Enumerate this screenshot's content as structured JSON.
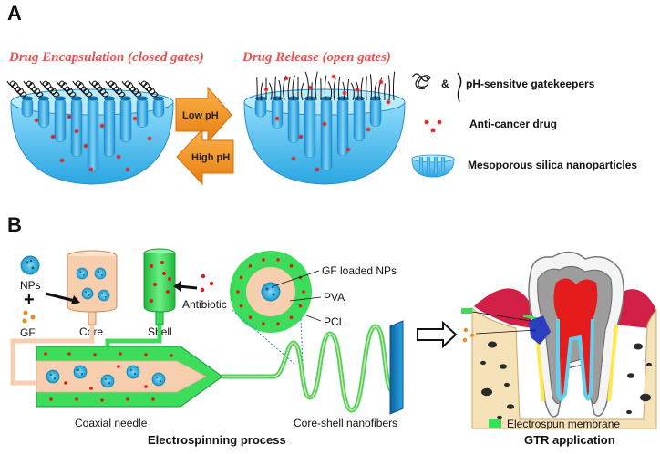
{
  "panel_a": {
    "letter": "A",
    "title_closed": "Drug Encapsulation (closed gates)",
    "title_open": "Drug Release (open gates)",
    "arrow_low": "Low pH",
    "arrow_high": "High pH",
    "legend": {
      "ampersand": "&",
      "gatekeepers": "pH-sensitve gatekeepers",
      "drug": "Anti-cancer drug",
      "silica": "Mesoporous silica nanoparticles"
    }
  },
  "panel_b": {
    "letter": "B",
    "nps": "NPs",
    "plus": "+",
    "gf": "GF",
    "core": "Core",
    "shell": "Shell",
    "antibiotic": "Antibiotic",
    "gf_loaded": "GF loaded NPs",
    "pva": "PVA",
    "pcl": "PCL",
    "coaxial_needle": "Coaxial needle",
    "core_shell": "Core-shell nanofibers",
    "electrospinning": "Electrospinning process",
    "gtr": "GTR application",
    "membrane": "Electrospun membrane"
  },
  "colors": {
    "silica_blue": "#5fc4ee",
    "drug_red": "#e01818",
    "shell_green": "#3ddc5a",
    "core_peach": "#f7cfae",
    "arrow_orange": "#f59a1e",
    "title_red": "#e8524d"
  }
}
